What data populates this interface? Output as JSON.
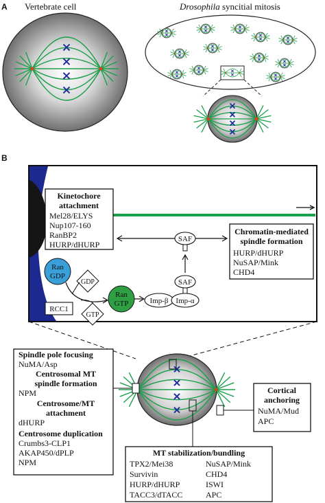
{
  "panel_a": {
    "label": "A",
    "vertebrate_title": "Vertebrate cell",
    "drosophila_title": "Drosophila",
    "drosophila_suffix": " syncitial mitosis"
  },
  "panel_b": {
    "label": "B",
    "kinetochore": {
      "title_line1": "Kinetochore",
      "title_line2": "attachment",
      "items": [
        "Mel28/ELYS",
        "Nup107-160",
        "RanBP2",
        "HURP/dHURP"
      ]
    },
    "chromatin": {
      "title_line1": "Chromatin-mediated",
      "title_line2": "spindle formation",
      "items": [
        "HURP/dHURP",
        "NuSAP/Mink",
        "CHD4"
      ]
    },
    "molecules": {
      "saf": "SAF",
      "ran": "Ran",
      "gdp": "GDP",
      "gtp": "GTP",
      "imp_b": "Imp-β",
      "imp_a": "Imp-α",
      "rcc1": "RCC1"
    },
    "pole_box": {
      "spindle_pole_focusing": "Spindle pole focusing",
      "numa_asp": "NuMA/Asp",
      "centrosomal_line1": "Centrosomal MT",
      "centrosomal_line2": "spindle formation",
      "npm1": "NPM",
      "attach_line1": "Centrosome/MT",
      "attach_line2": "attachment",
      "dhurp": "dHURP",
      "duplication": "Centrosome duplication",
      "crumbs": "Crumbs3-CLP1",
      "akap": "AKAP450/dPLP",
      "npm2": "NPM"
    },
    "cortical": {
      "title_line1": "Cortical",
      "title_line2": "anchoring",
      "items": [
        "NuMA/Mud",
        "APC"
      ]
    },
    "mt_box": {
      "title": "MT stabilization/bundling",
      "col1": [
        "TPX2/Mei38",
        "Survivin",
        "HURP/dHURP",
        "TACC3/dTACC"
      ],
      "col2": [
        "NuSAP/Mink",
        "CHD4",
        "ISWI",
        "APC"
      ]
    }
  },
  "colors": {
    "microtubule": "#1aa04a",
    "chromosome": "#1f2f9e",
    "centrosome": "#e04020",
    "ran_gdp": "#3a9fd8",
    "ran_gtp": "#2ea043",
    "chromatin_blue": "#1c2a90",
    "kinetochore_black": "#151515"
  }
}
